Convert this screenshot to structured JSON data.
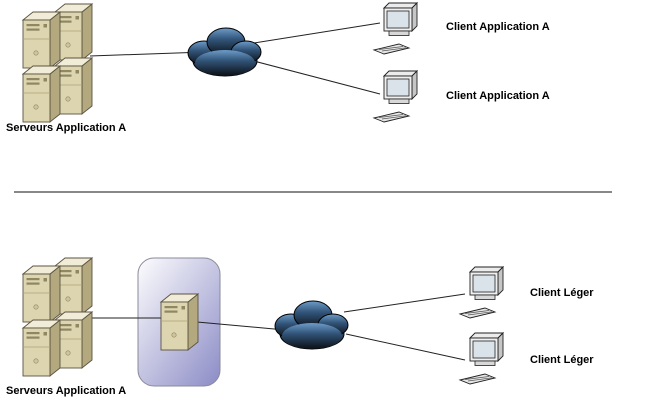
{
  "top": {
    "servers_label": "Serveurs Application A",
    "clients": [
      "Client Application A",
      "Client Application A"
    ]
  },
  "bottom": {
    "servers_label": "Serveurs Application A",
    "clients": [
      "Client Léger",
      "Client Léger"
    ]
  },
  "icons": {
    "servers": "server-tower-icon",
    "network": "cloud-icon",
    "client": "desktop-pc-icon",
    "middleware": "presentation-server-box"
  },
  "colors": {
    "server_body": "#ddd4b0",
    "server_top": "#f1ecd8",
    "server_side": "#b3a87e",
    "cloud_dark": "#0b0f14",
    "cloud_light": "#6e9cc8",
    "middleware_box": "#9898cc",
    "connector_line": "#222222"
  }
}
